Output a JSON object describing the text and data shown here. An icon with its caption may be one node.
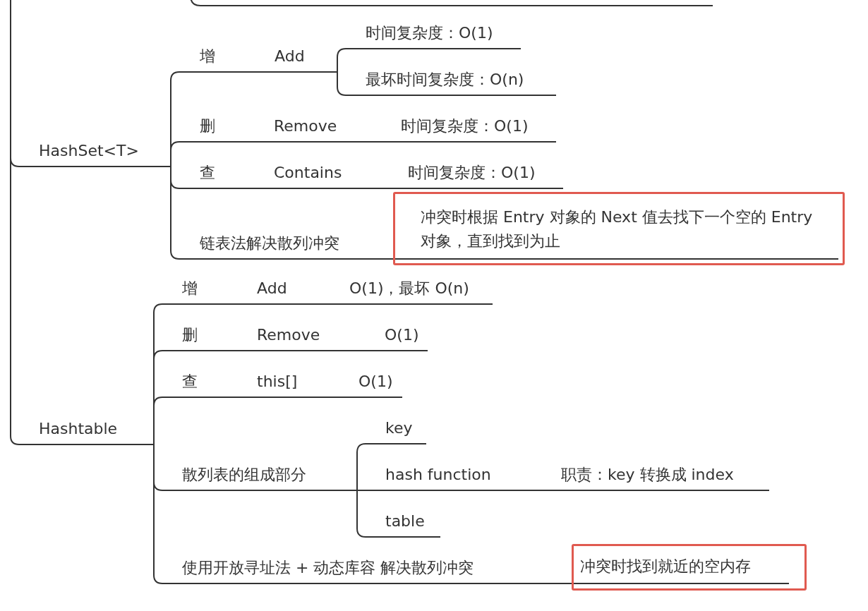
{
  "diagram": {
    "nodes": [
      {
        "text": [
          "HashSet<T>"
        ]
      },
      {
        "text": [
          "增"
        ]
      },
      {
        "text": [
          "Add"
        ]
      },
      {
        "text": [
          "时间复杂度：O(1)"
        ]
      },
      {
        "text": [
          "最坏时间复杂度：O(n)"
        ]
      },
      {
        "text": [
          "删"
        ]
      },
      {
        "text": [
          "Remove"
        ]
      },
      {
        "text": [
          "时间复杂度：O(1)"
        ]
      },
      {
        "text": [
          "查"
        ]
      },
      {
        "text": [
          "Contains"
        ]
      },
      {
        "text": [
          "时间复杂度：O(1)"
        ]
      },
      {
        "text": [
          "链表法解决散列冲突"
        ]
      },
      {
        "text": [
          "冲突时根据 Entry 对象的 Next 值去找下一个空的 Entry 对象，直到找到为止"
        ]
      },
      {
        "text": [
          "Hashtable"
        ]
      },
      {
        "text": [
          "增"
        ]
      },
      {
        "text": [
          "Add"
        ]
      },
      {
        "text": [
          "O(1)，最坏 O(n)"
        ]
      },
      {
        "text": [
          "删"
        ]
      },
      {
        "text": [
          "Remove"
        ]
      },
      {
        "text": [
          "O(1)"
        ]
      },
      {
        "text": [
          "查"
        ]
      },
      {
        "text": [
          "this[]"
        ]
      },
      {
        "text": [
          "O(1)"
        ]
      },
      {
        "text": [
          "散列表的组成部分"
        ]
      },
      {
        "text": [
          "key"
        ]
      },
      {
        "text": [
          "hash function"
        ]
      },
      {
        "text": [
          "职责：key 转换成 index"
        ]
      },
      {
        "text": [
          "table"
        ]
      },
      {
        "text": [
          "使用开放寻址法 + 动态库容 解决散列冲突"
        ]
      },
      {
        "text": [
          "冲突时找到就近的空内存"
        ]
      }
    ],
    "edges": [
      {
        "from": null,
        "to": 0,
        "arrow": "none"
      },
      {
        "from": 0,
        "to": 1,
        "arrow": "none"
      },
      {
        "from": 1,
        "to": 2,
        "arrow": "none"
      },
      {
        "from": 2,
        "to": 3,
        "arrow": "none"
      },
      {
        "from": 2,
        "to": 4,
        "arrow": "none"
      },
      {
        "from": 0,
        "to": 5,
        "arrow": "none"
      },
      {
        "from": 5,
        "to": 6,
        "arrow": "none"
      },
      {
        "from": 6,
        "to": 7,
        "arrow": "none"
      },
      {
        "from": 0,
        "to": 8,
        "arrow": "none"
      },
      {
        "from": 8,
        "to": 9,
        "arrow": "none"
      },
      {
        "from": 9,
        "to": 10,
        "arrow": "none"
      },
      {
        "from": 0,
        "to": 11,
        "arrow": "none"
      },
      {
        "from": 11,
        "to": 12,
        "arrow": "none"
      },
      {
        "from": null,
        "to": 13,
        "arrow": "none"
      },
      {
        "from": 13,
        "to": 14,
        "arrow": "none"
      },
      {
        "from": 14,
        "to": 15,
        "arrow": "none"
      },
      {
        "from": 15,
        "to": 16,
        "arrow": "none"
      },
      {
        "from": 13,
        "to": 17,
        "arrow": "none"
      },
      {
        "from": 17,
        "to": 18,
        "arrow": "none"
      },
      {
        "from": 18,
        "to": 19,
        "arrow": "none"
      },
      {
        "from": 13,
        "to": 20,
        "arrow": "none"
      },
      {
        "from": 20,
        "to": 21,
        "arrow": "none"
      },
      {
        "from": 21,
        "to": 22,
        "arrow": "none"
      },
      {
        "from": 13,
        "to": 23,
        "arrow": "none"
      },
      {
        "from": 23,
        "to": 24,
        "arrow": "none"
      },
      {
        "from": 23,
        "to": 25,
        "arrow": "none"
      },
      {
        "from": 25,
        "to": 26,
        "arrow": "none"
      },
      {
        "from": 23,
        "to": 27,
        "arrow": "none"
      },
      {
        "from": 13,
        "to": 28,
        "arrow": "none"
      },
      {
        "from": 28,
        "to": 29,
        "arrow": "none"
      }
    ]
  }
}
